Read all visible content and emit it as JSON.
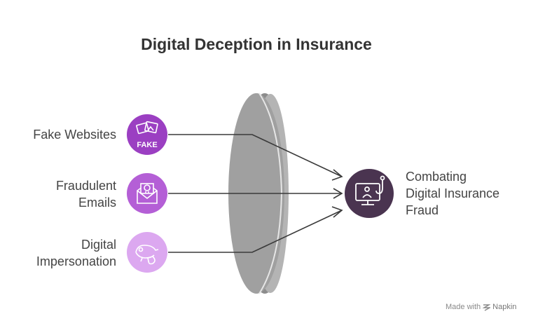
{
  "title": "Digital Deception in Insurance",
  "inputs": [
    {
      "label": "Fake Websites",
      "icon": "fake-website-icon",
      "color": "#9b3fc2",
      "badge_text": "FAKE"
    },
    {
      "label_lines": [
        "Fraudulent",
        "Emails"
      ],
      "icon": "fraudulent-email-icon",
      "color": "#b45fd6"
    },
    {
      "label_lines": [
        "Digital",
        "Impersonation"
      ],
      "icon": "chameleon-icon",
      "color": "#dca8f0"
    }
  ],
  "output": {
    "label_lines": [
      "Combating",
      "Digital Insurance",
      "Fraud"
    ],
    "icon": "monitor-phishing-icon",
    "color": "#4a3450"
  },
  "lens": {
    "color": "#a0a0a0",
    "edge_color": "#8c8c8c"
  },
  "footer": {
    "prefix": "Made with",
    "brand": "Napkin"
  }
}
